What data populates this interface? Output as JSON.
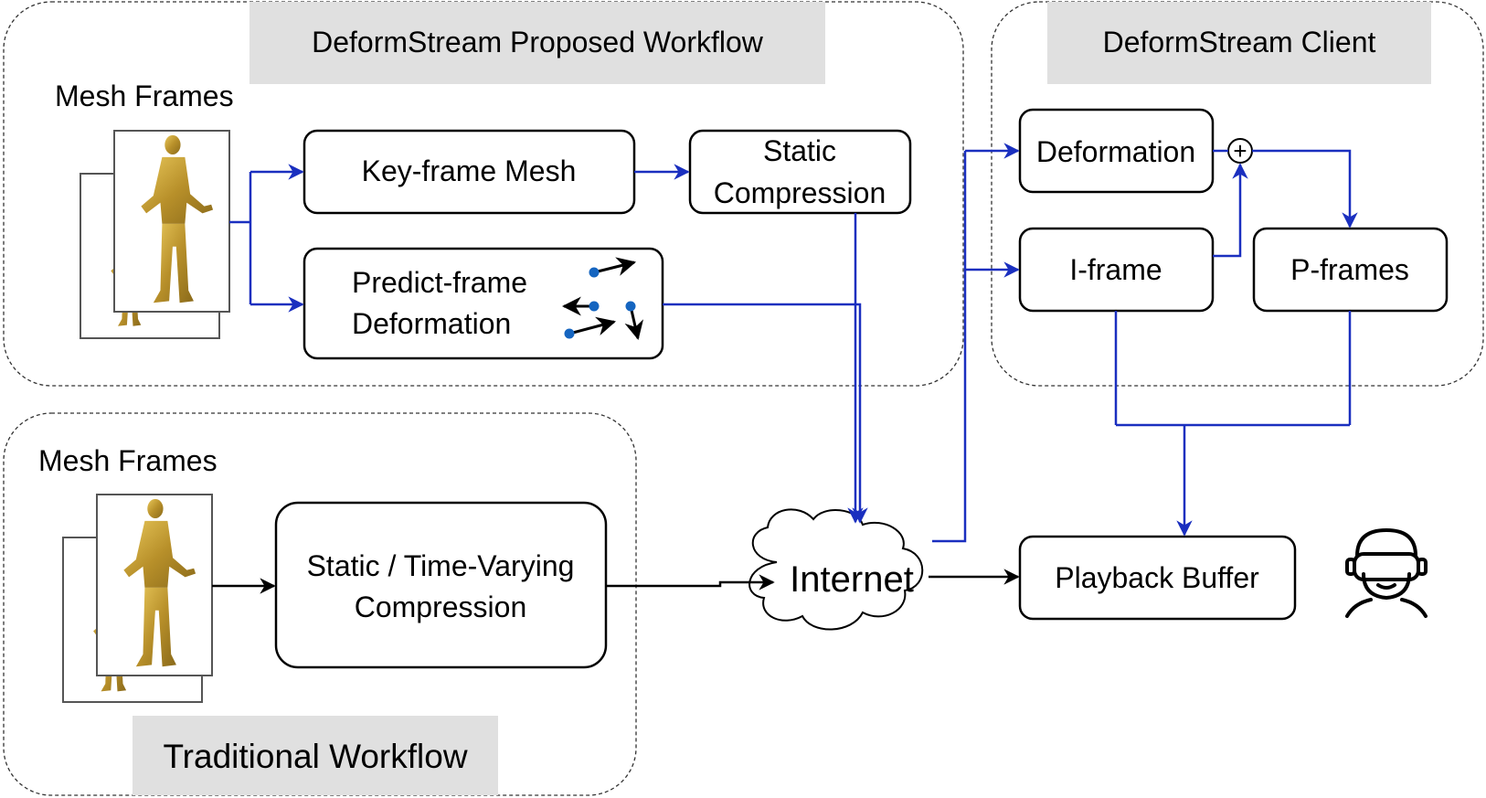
{
  "proposed": {
    "title": "DeformStream Proposed Workflow",
    "mesh_frames_label": "Mesh Frames",
    "keyframe_label": "Key-frame Mesh",
    "static_compression": [
      "Static",
      "Compression"
    ],
    "predict_deformation": [
      "Predict-frame",
      "Deformation"
    ]
  },
  "client": {
    "title": "DeformStream Client",
    "deformation_label": "Deformation",
    "plus_symbol": "+",
    "iframe_label": "I-frame",
    "pframes_label": "P-frames"
  },
  "traditional": {
    "title": "Traditional Workflow",
    "mesh_frames_label": "Mesh Frames",
    "compression": [
      "Static / Time-Varying",
      "Compression"
    ]
  },
  "network": {
    "internet_label": "Internet"
  },
  "playback": {
    "buffer_label": "Playback Buffer"
  },
  "colors": {
    "blue_arrow": "#1a2fbf",
    "title_bg": "#e0e0e0",
    "figure_gold": "#c9a33a",
    "dot_blue": "#1565c0"
  },
  "icons": {
    "figure": "human-mesh-figure-icon",
    "viewer": "vr-headset-user-icon"
  }
}
